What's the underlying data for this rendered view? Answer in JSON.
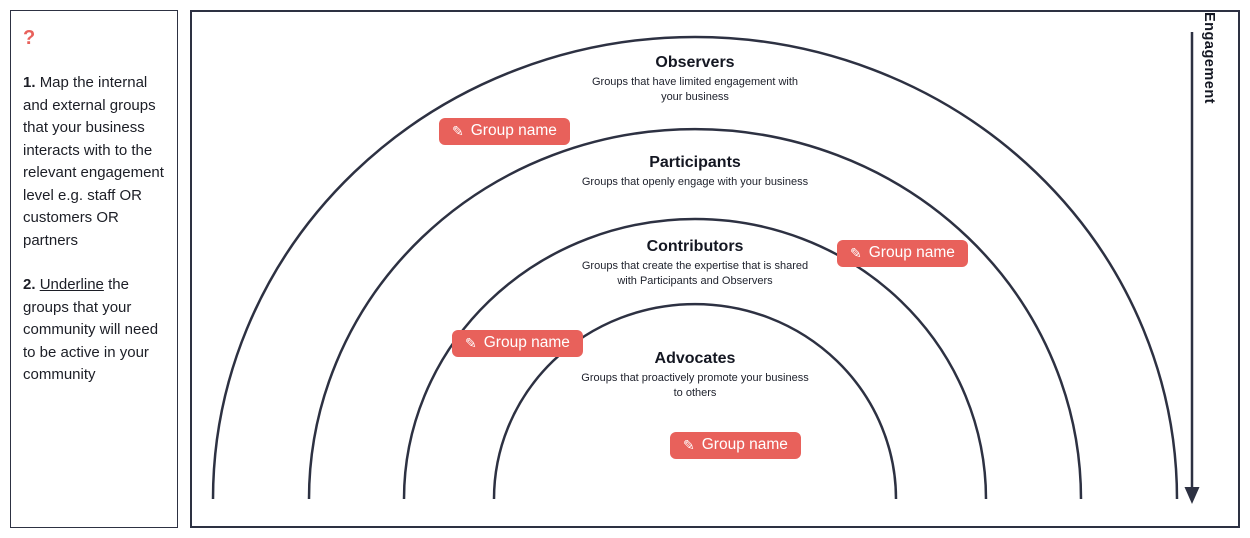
{
  "instructions": {
    "help_symbol": "?",
    "step1": {
      "number": "1.",
      "text": "Map the internal and external groups that your business interacts with to the relevant engagement level e.g. staff OR customers OR partners"
    },
    "step2": {
      "number": "2.",
      "underlined": "Underline",
      "text": "the groups that your community will need to be active in your community"
    }
  },
  "diagram": {
    "rings": [
      {
        "name": "Observers",
        "description": "Groups that have limited engagement with your business"
      },
      {
        "name": "Participants",
        "description": "Groups that openly engage with your business"
      },
      {
        "name": "Contributors",
        "description": "Groups that create the expertise that is shared with Participants and Observers"
      },
      {
        "name": "Advocates",
        "description": "Groups that proactively promote your business to others"
      }
    ],
    "tags": [
      {
        "icon": "✎",
        "label": "Group name"
      },
      {
        "icon": "✎",
        "label": "Group name"
      },
      {
        "icon": "✎",
        "label": "Group name"
      },
      {
        "icon": "✎",
        "label": "Group name"
      }
    ],
    "axis_label": "Engagement"
  },
  "colors": {
    "accent_red": "#e8615b",
    "line_dark": "#2d3142"
  }
}
